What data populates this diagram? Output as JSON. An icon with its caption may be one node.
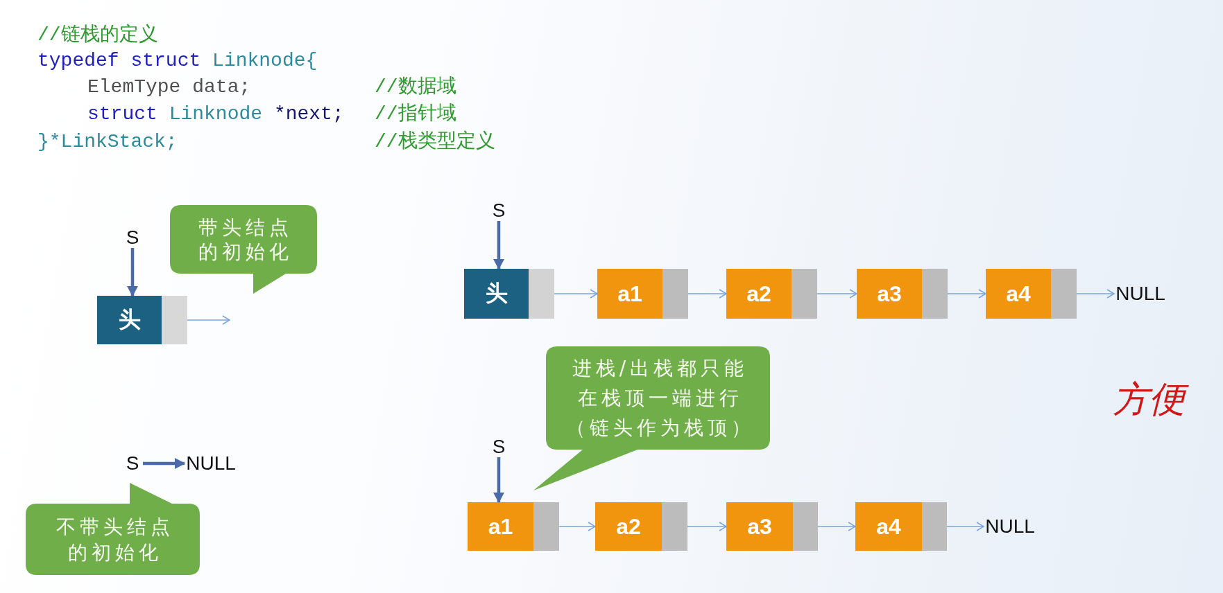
{
  "diagram": {
    "nodes": [
      {
        "text": [
          "S"
        ]
      },
      {
        "text": [
          "带头结点的初始化"
        ]
      },
      {
        "text": [
          "头"
        ]
      },
      {
        "text": [
          "S"
        ]
      },
      {
        "text": [
          "头"
        ]
      },
      {
        "text": [
          "a1"
        ]
      },
      {
        "text": [
          "a2"
        ]
      },
      {
        "text": [
          "a3"
        ]
      },
      {
        "text": [
          "a4"
        ]
      },
      {
        "text": [
          "NULL"
        ]
      },
      {
        "text": [
          "进栈/出栈都只能在栈顶一端进行（链头作为栈顶）"
        ]
      },
      {
        "text": [
          "S"
        ]
      },
      {
        "text": [
          "a1"
        ]
      },
      {
        "text": [
          "a2"
        ]
      },
      {
        "text": [
          "a3"
        ]
      },
      {
        "text": [
          "a4"
        ]
      },
      {
        "text": [
          "NULL"
        ]
      },
      {
        "text": [
          "S"
        ]
      },
      {
        "text": [
          "NULL"
        ]
      },
      {
        "text": [
          "不带头结点的初始化"
        ]
      }
    ],
    "edges": [
      {
        "from": 0,
        "to": 2,
        "arrow": "to",
        "style": "thick",
        "color": "#4a6aa8"
      },
      {
        "from": 2,
        "to": null,
        "arrow": "to"
      },
      {
        "from": 3,
        "to": 4,
        "arrow": "to",
        "style": "thick",
        "color": "#4a6aa8"
      },
      {
        "from": 4,
        "to": 5,
        "arrow": "to"
      },
      {
        "from": 5,
        "to": 6,
        "arrow": "to"
      },
      {
        "from": 6,
        "to": 7,
        "arrow": "to"
      },
      {
        "from": 7,
        "to": 8,
        "arrow": "to"
      },
      {
        "from": 8,
        "to": 9,
        "arrow": "to"
      },
      {
        "from": 11,
        "to": 12,
        "arrow": "to",
        "style": "thick",
        "color": "#4a6aa8"
      },
      {
        "from": 12,
        "to": 13,
        "arrow": "to"
      },
      {
        "from": 13,
        "to": 14,
        "arrow": "to"
      },
      {
        "from": 14,
        "to": 15,
        "arrow": "to"
      },
      {
        "from": 15,
        "to": 16,
        "arrow": "to"
      },
      {
        "from": 17,
        "to": 18,
        "arrow": "to",
        "style": "thick",
        "color": "#4a6aa8"
      }
    ],
    "labels": [
      "//链栈的定义",
      "typedef struct Linknode{",
      "ElemType data;",
      "//数据域",
      "struct Linknode *next;",
      "//指针域",
      "}*LinkStack;",
      "//栈类型定义",
      "方便"
    ]
  }
}
